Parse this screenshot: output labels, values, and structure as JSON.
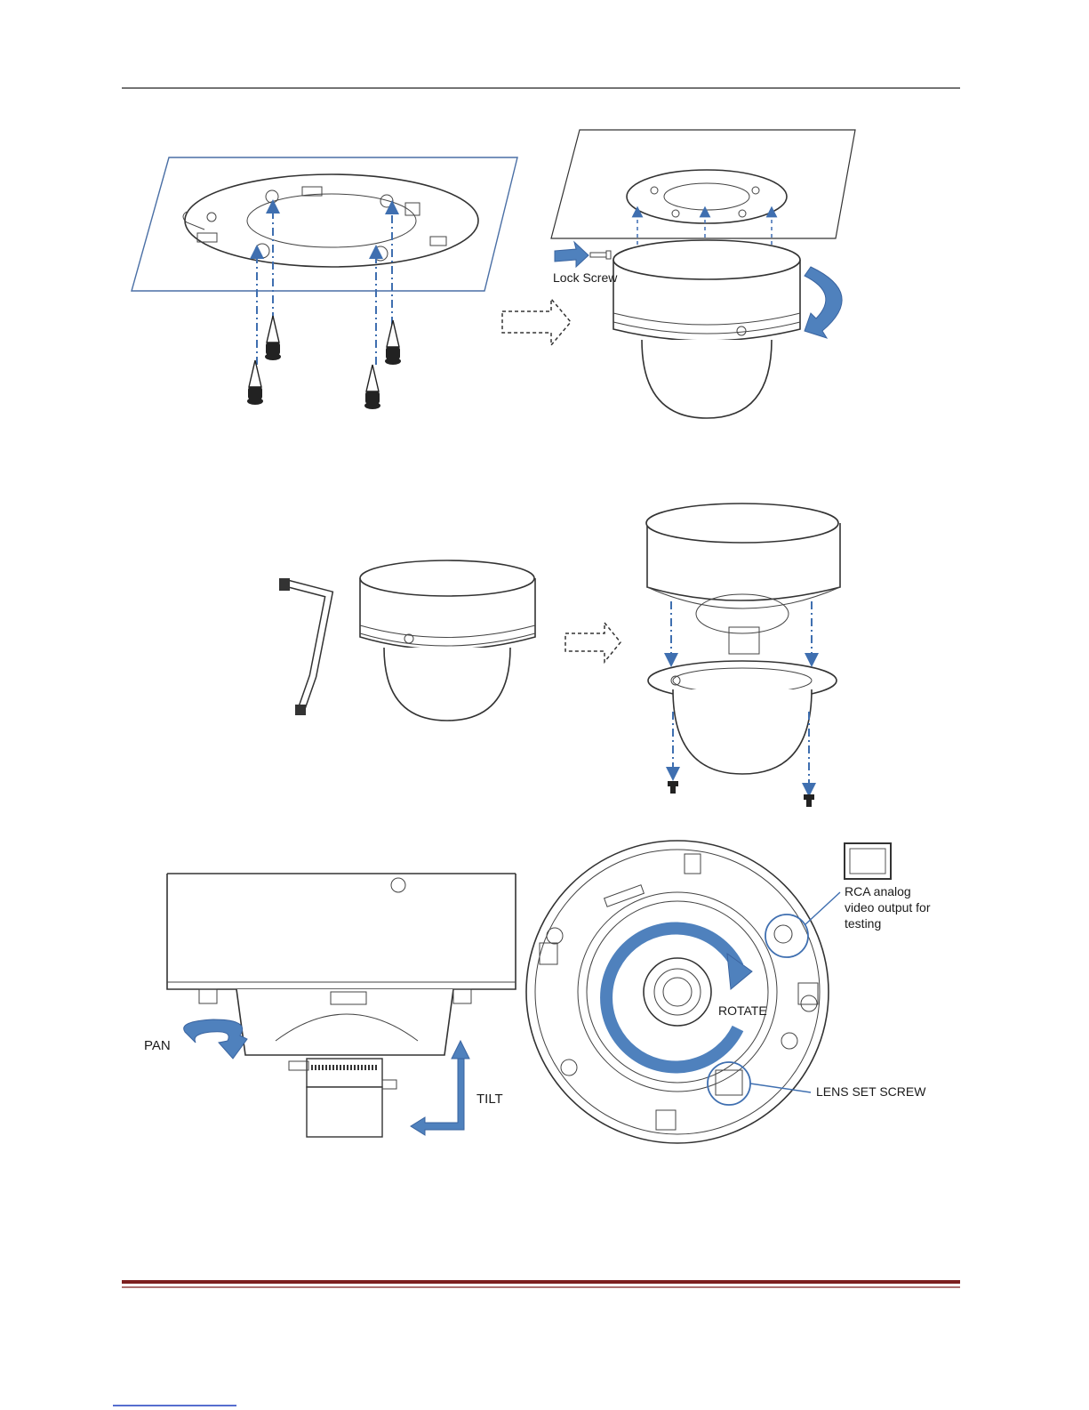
{
  "labels": {
    "lock_screw": "Lock Screw",
    "rca": [
      "RCA analog",
      "video output for",
      "testing"
    ],
    "rotate": "ROTATE",
    "lens_set_screw": "LENS SET SCREW",
    "pan": "PAN",
    "tilt": "TILT"
  },
  "colors": {
    "arrow_blue": "#4f81bd",
    "footer_rule": "#7b1f1f",
    "link_underline": "#1f3fbf"
  }
}
